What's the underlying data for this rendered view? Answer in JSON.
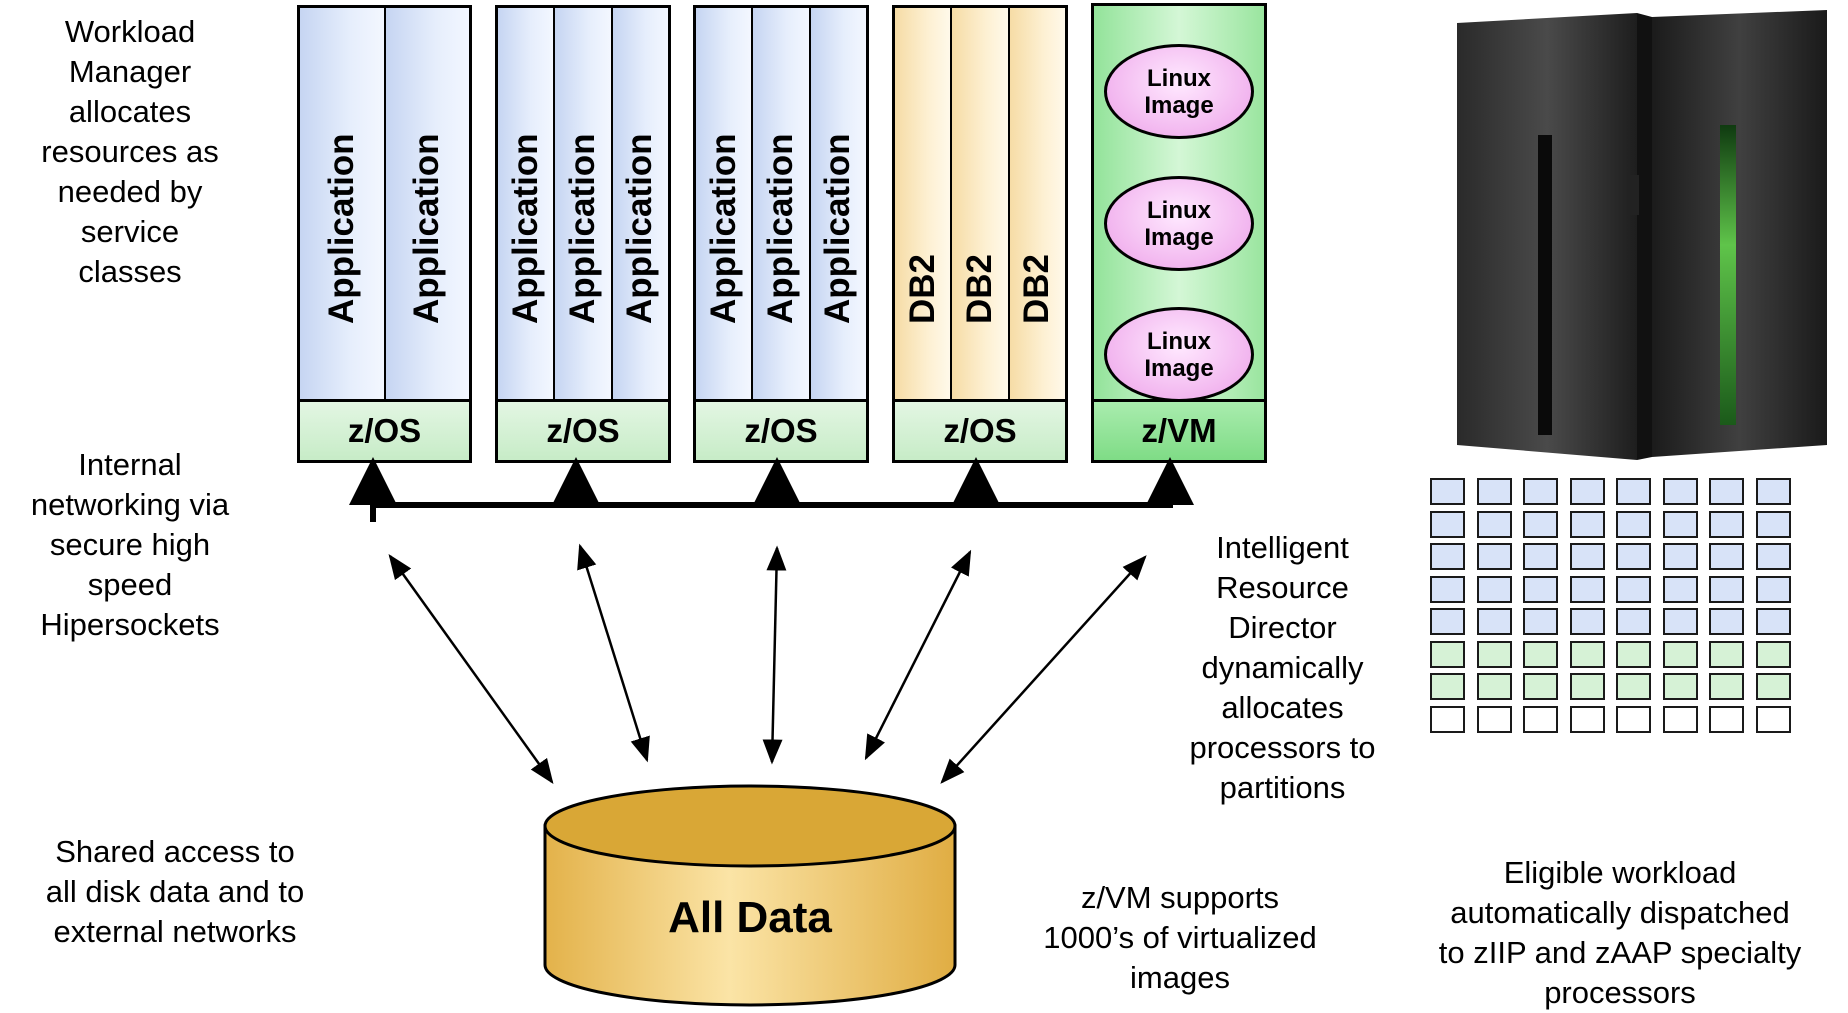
{
  "captions": {
    "workload_manager": "Workload\nManager\nallocates\nresources as\nneeded by\nservice\nclasses",
    "internal_networking": "Internal\nnetworking via\nsecure high\nspeed\nHipersockets",
    "shared_access": "Shared access to\nall disk data and to\nexternal networks",
    "ird": "Intelligent\nResource\nDirector\ndynamically\nallocates\nprocessors to\npartitions",
    "zvm_supports": "z/VM supports\n1000’s of virtualized\nimages",
    "eligible_workload": "Eligible workload\nautomatically dispatched\nto zIIP and zAAP specialty\nprocessors"
  },
  "partitions": [
    {
      "os": "z/OS",
      "workloads": [
        "Application",
        "Application"
      ]
    },
    {
      "os": "z/OS",
      "workloads": [
        "Application",
        "Application",
        "Application"
      ]
    },
    {
      "os": "z/OS",
      "workloads": [
        "Application",
        "Application",
        "Application"
      ]
    },
    {
      "os": "z/OS",
      "workloads": [
        "DB2",
        "DB2",
        "DB2"
      ]
    },
    {
      "os": "z/VM",
      "linux_images": [
        "Linux\nImage",
        "Linux\nImage",
        "Linux\nImage"
      ]
    }
  ],
  "disk": {
    "label": "All Data"
  },
  "processor_grid": {
    "columns": 8,
    "rows": [
      "general",
      "general",
      "general",
      "general",
      "general",
      "specialty",
      "specialty",
      "unassigned"
    ]
  },
  "colors": {
    "application": "#e6eefc",
    "db2": "#fdf0d2",
    "os_bar": "#c7ecc7",
    "zvm": "#93e39a",
    "linux_image": "#f2b6ef",
    "disk": "#f0c860",
    "processor_general": "#d8e3f8",
    "processor_specialty": "#d6f2d6"
  }
}
